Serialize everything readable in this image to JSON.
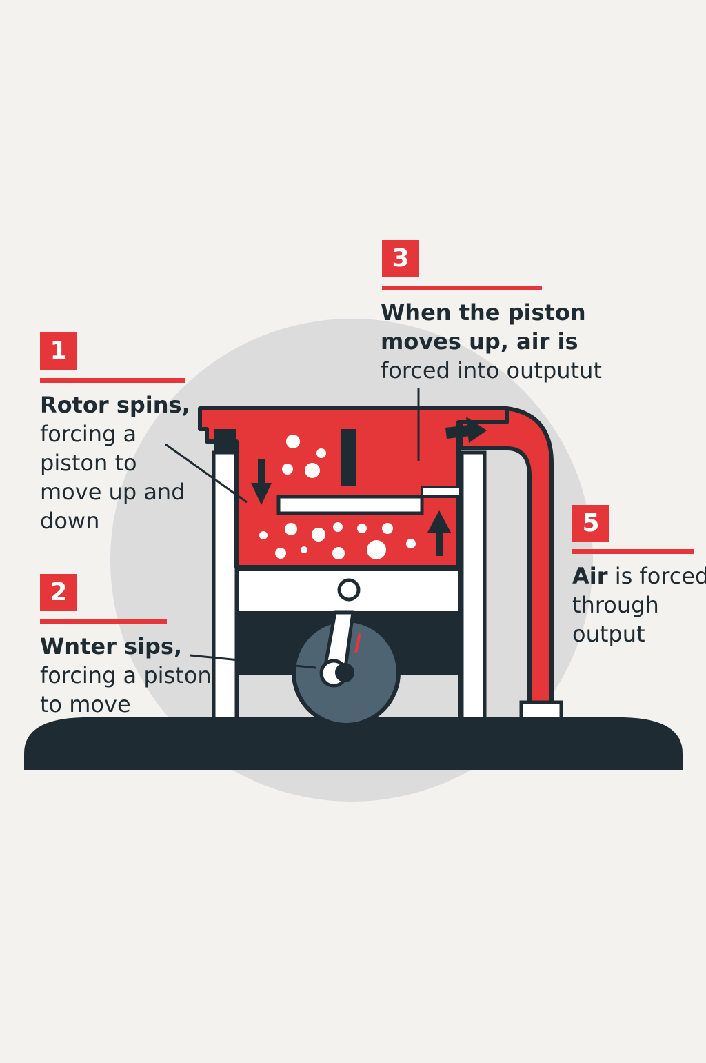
{
  "colors": {
    "background": "#f3f2ef",
    "red": "#e5363a",
    "dark": "#1f2b33",
    "grey_circle": "#dcdcdc",
    "wheel": "#4f6473",
    "white": "#ffffff"
  },
  "steps": [
    {
      "number": "1",
      "bold": "Rotor spins,",
      "lines": [
        "forcing a",
        "piston to",
        "move up and",
        "down"
      ]
    },
    {
      "number": "2",
      "bold": "Wnter sips,",
      "lines": [
        "forcing a piston",
        "to move"
      ]
    },
    {
      "number": "3",
      "bold": "When the piston",
      "bold2": "moves up,",
      "rest2": " air is",
      "lines": [
        "forced into outputut"
      ]
    },
    {
      "number": "5",
      "bold": "Air",
      "rest": " is forced",
      "lines": [
        "through",
        "output"
      ]
    }
  ]
}
